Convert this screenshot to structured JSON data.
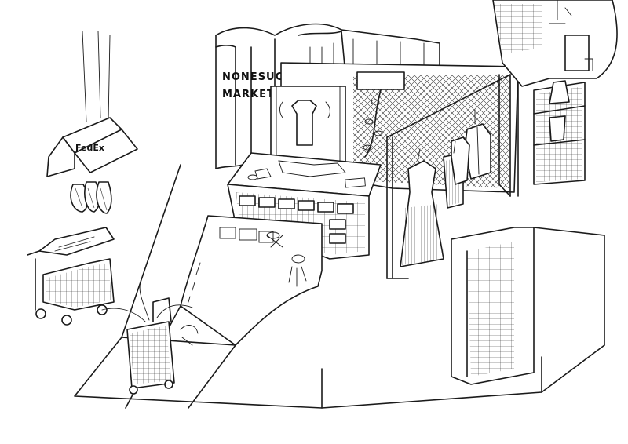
{
  "scene": {
    "sign": {
      "line1": "NONESUCH",
      "line2": "MARKET"
    },
    "box_logo": "FedEx",
    "ink_color": "#1a1a1a",
    "paper_color": "#ffffff"
  }
}
